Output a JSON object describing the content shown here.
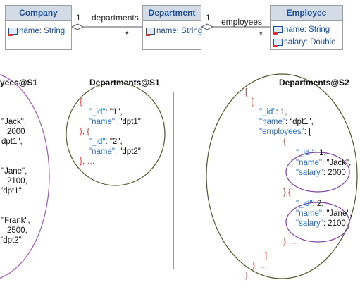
{
  "uml": {
    "company": {
      "name": "Company",
      "attr": "name: String"
    },
    "department": {
      "name": "Department",
      "attr": "name: String"
    },
    "employee": {
      "name": "Employee",
      "attrs": [
        "name: String",
        "salary: Double"
      ]
    },
    "assoc1": {
      "label": "departments",
      "mult_left": "1",
      "mult_right": "*"
    },
    "assoc2": {
      "label": "employees",
      "mult_left": "1",
      "mult_right": "*"
    }
  },
  "s1_employees": {
    "title": "yees@S1",
    "lines": [
      "\"Jack\",",
      "2000",
      "dpt1\",",
      "\"Jane\",",
      "2100,",
      "'dpt1\"",
      "\"Frank\",",
      "2500,",
      "'dpt2\""
    ]
  },
  "s1_departments": {
    "title": "Departments@S1",
    "open": "{",
    "id_key": "\"_id\"",
    "name_key": "\"name\"",
    "d1_id": "\"1\",",
    "d1_name": "\"dpt1\"",
    "sep": "}, {",
    "d2_id": "\"2\",",
    "d2_name": "\"dpt2\"",
    "close": "}, …"
  },
  "s2": {
    "title": "Departments@S2",
    "open1": "[",
    "open2": "{",
    "id_key": "\"_id\"",
    "id_val": ": 1,",
    "name_key": "\"name\"",
    "name_val": ": “dpt1\",",
    "emp_key": "\"employees\"",
    "emp_open": ": [",
    "brace": "{",
    "e_id_key": "\"_id \"",
    "e1_id": ": 1,",
    "e1_name_key": "\"name\"",
    "e1_name": ": \"Jack\",",
    "e_sal_key": "\"salary\"",
    "e1_sal": ": 2000",
    "sep": "},{",
    "e2_id_key": "\"_id\"",
    "e2_id": ": 2,",
    "e2_name": ": \"Jane\",",
    "e2_sal": ": 2100",
    "e_close": "}, …",
    "arr_close": "]",
    "d_close": "}, …",
    "end": "}"
  }
}
